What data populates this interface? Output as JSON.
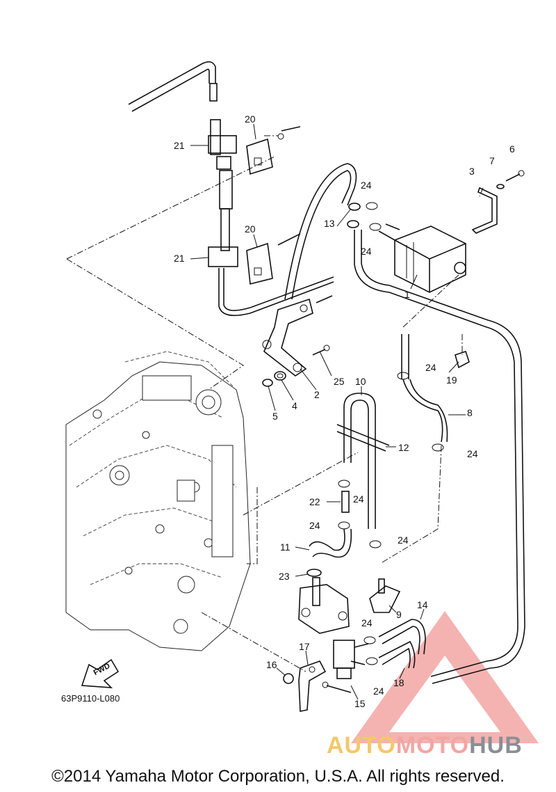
{
  "drawing_code": "63P9110-L080",
  "direction_label": "FWD",
  "copyright": "©2014 Yamaha Motor Corporation, U.S.A. All rights reserved.",
  "watermark": {
    "part1": "AUTO",
    "part2": "MOTO",
    "part3": "HUB"
  },
  "callouts": [
    {
      "id": "c1",
      "text": "1"
    },
    {
      "id": "c2",
      "text": "2"
    },
    {
      "id": "c3",
      "text": "3"
    },
    {
      "id": "c4",
      "text": "4"
    },
    {
      "id": "c5",
      "text": "5"
    },
    {
      "id": "c6",
      "text": "6"
    },
    {
      "id": "c7",
      "text": "7"
    },
    {
      "id": "c8",
      "text": "8"
    },
    {
      "id": "c9",
      "text": "9"
    },
    {
      "id": "c10",
      "text": "10"
    },
    {
      "id": "c11",
      "text": "11"
    },
    {
      "id": "c12",
      "text": "12"
    },
    {
      "id": "c13",
      "text": "13"
    },
    {
      "id": "c14",
      "text": "14"
    },
    {
      "id": "c15",
      "text": "15"
    },
    {
      "id": "c16",
      "text": "16"
    },
    {
      "id": "c17",
      "text": "17"
    },
    {
      "id": "c18",
      "text": "18"
    },
    {
      "id": "c19",
      "text": "19"
    },
    {
      "id": "c20a",
      "text": "20"
    },
    {
      "id": "c20b",
      "text": "20"
    },
    {
      "id": "c21a",
      "text": "21"
    },
    {
      "id": "c21b",
      "text": "21"
    },
    {
      "id": "c22",
      "text": "22"
    },
    {
      "id": "c23",
      "text": "23"
    },
    {
      "id": "c24a",
      "text": "24"
    },
    {
      "id": "c24b",
      "text": "24"
    },
    {
      "id": "c24c",
      "text": "24"
    },
    {
      "id": "c24d",
      "text": "24"
    },
    {
      "id": "c24e",
      "text": "24"
    },
    {
      "id": "c24f",
      "text": "24"
    },
    {
      "id": "c24g",
      "text": "24"
    },
    {
      "id": "c24h",
      "text": "24"
    },
    {
      "id": "c24i",
      "text": "24"
    },
    {
      "id": "c25",
      "text": "25"
    }
  ],
  "colors": {
    "line": "#111111",
    "watermark_red": "#f2a6a3",
    "watermark_yellow": "#f5c76a",
    "watermark_gray": "#8a8f96"
  }
}
